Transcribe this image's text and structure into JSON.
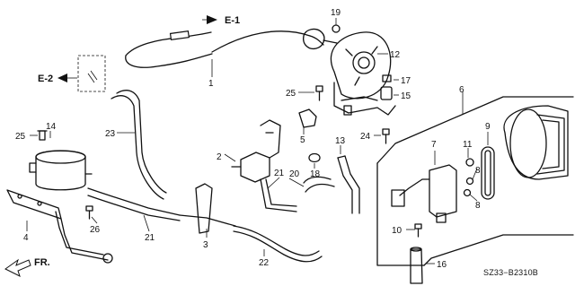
{
  "callouts": {
    "n1": "1",
    "n2": "2",
    "n3": "3",
    "n4": "4",
    "n5": "5",
    "n6": "6",
    "n7": "7",
    "n8a": "8",
    "n8b": "8",
    "n9": "9",
    "n10": "10",
    "n11": "11",
    "n12": "12",
    "n13": "13",
    "n14": "14",
    "n15": "15",
    "n16": "16",
    "n17": "17",
    "n18": "18",
    "n19": "19",
    "n20": "20",
    "n21a": "21",
    "n21b": "21",
    "n22": "22",
    "n23": "23",
    "n24": "24",
    "n25a": "25",
    "n25b": "25",
    "n26": "26"
  },
  "references": {
    "e1": "E-1",
    "e2": "E-2",
    "fr": "FR."
  },
  "diagram_code": "SZ33−B2310B"
}
